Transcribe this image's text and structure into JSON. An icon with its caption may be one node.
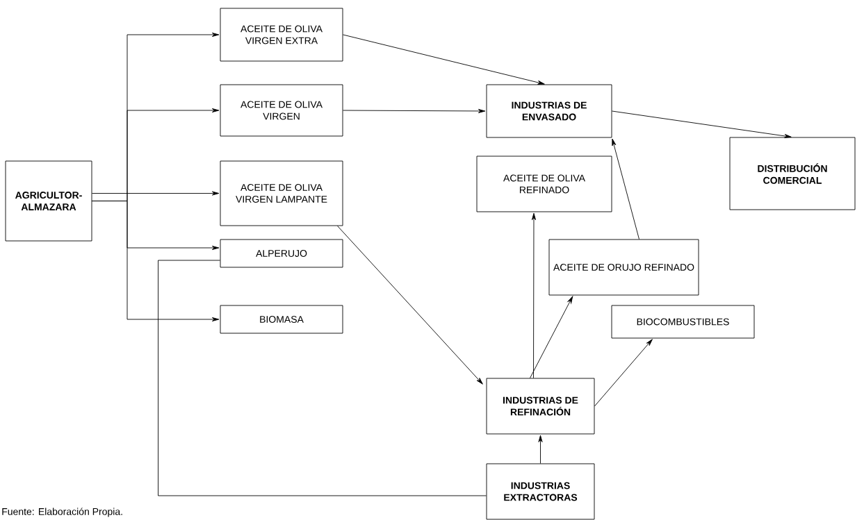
{
  "diagram": {
    "caption": "Fuente: Elaboración Propia.",
    "nodes": [
      {
        "text": [
          "AGRICULTOR-ALMAZARA"
        ]
      },
      {
        "text": [
          "ACEITE DE OLIVA VIRGEN EXTRA"
        ]
      },
      {
        "text": [
          "ACEITE DE OLIVA VIRGEN"
        ]
      },
      {
        "text": [
          "ACEITE DE OLIVA VIRGEN LAMPANTE"
        ]
      },
      {
        "text": [
          "ALPERUJO"
        ]
      },
      {
        "text": [
          "BIOMASA"
        ]
      },
      {
        "text": [
          "INDUSTRIAS DE ENVASADO"
        ]
      },
      {
        "text": [
          "DISTRIBUCIÓN COMERCIAL"
        ]
      },
      {
        "text": [
          "ACEITE DE OLIVA REFINADO"
        ]
      },
      {
        "text": [
          "ACEITE DE ORUJO REFINADO"
        ]
      },
      {
        "text": [
          "BIOCOMBUSTIBLES"
        ]
      },
      {
        "text": [
          "INDUSTRIAS DE REFINACIÓN"
        ]
      },
      {
        "text": [
          "INDUSTRIAS EXTRACTORAS"
        ]
      }
    ],
    "edges": [
      {
        "from": 0,
        "to": 1,
        "arrow": "to"
      },
      {
        "from": 0,
        "to": 2,
        "arrow": "to"
      },
      {
        "from": 0,
        "to": 3,
        "arrow": "to"
      },
      {
        "from": 0,
        "to": 4,
        "arrow": "to"
      },
      {
        "from": 0,
        "to": 5,
        "arrow": "to"
      },
      {
        "from": 1,
        "to": 6,
        "arrow": "to"
      },
      {
        "from": 2,
        "to": 6,
        "arrow": "to"
      },
      {
        "from": 6,
        "to": 7,
        "arrow": "to"
      },
      {
        "from": 3,
        "to": 11,
        "arrow": "to"
      },
      {
        "from": 11,
        "to": 8,
        "arrow": "to"
      },
      {
        "from": 11,
        "to": 9,
        "arrow": "to"
      },
      {
        "from": 11,
        "to": 10,
        "arrow": "to"
      },
      {
        "from": 9,
        "to": 6,
        "arrow": "to"
      },
      {
        "from": 12,
        "to": 11,
        "arrow": "to"
      },
      {
        "from": 4,
        "to": 12,
        "arrow": "none"
      }
    ]
  }
}
